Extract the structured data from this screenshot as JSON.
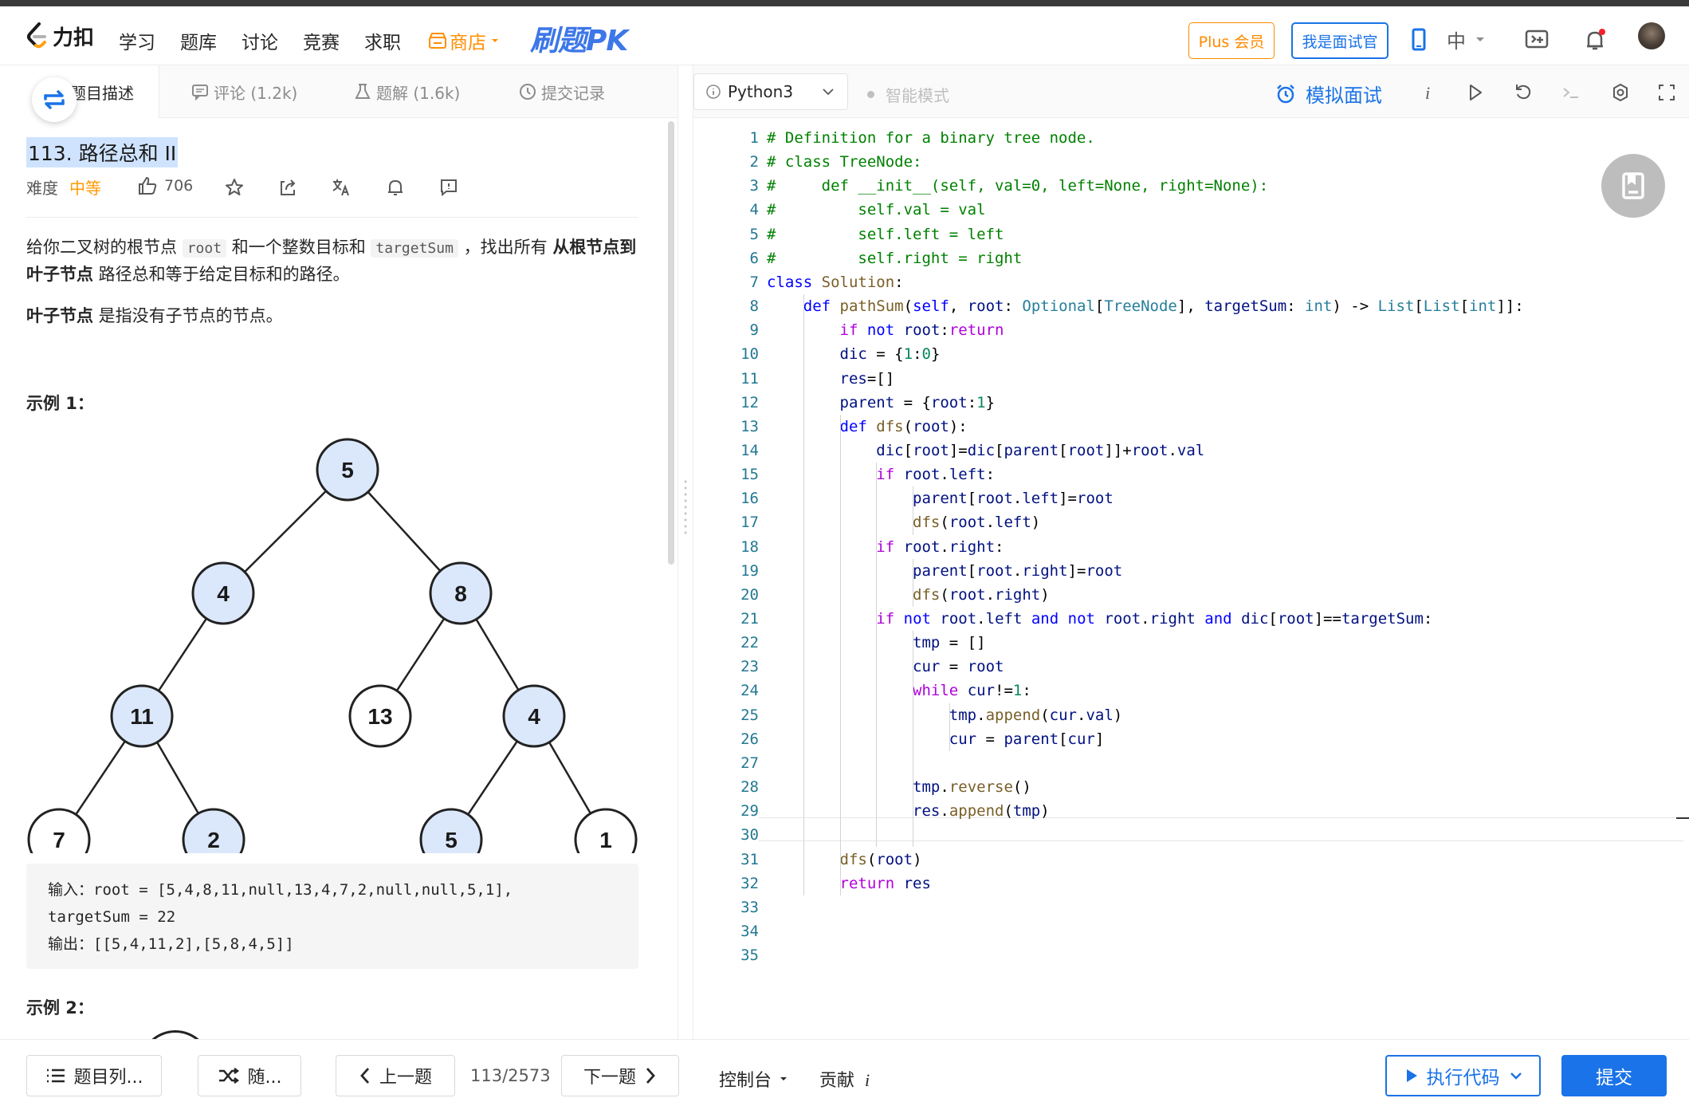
{
  "nav": {
    "logo": "力扣",
    "items": [
      "学习",
      "题库",
      "讨论",
      "竞赛",
      "求职"
    ],
    "shop": "商店",
    "pk": "刷题PK",
    "plus": "Plus 会员",
    "interviewer": "我是面试官",
    "lang": "中",
    "accent_color": "#1a73e8",
    "shop_color": "#ff8f00"
  },
  "left_tabs": {
    "description": "题目描述",
    "comments": "评论 (1.2k)",
    "solutions": "题解 (1.6k)",
    "submissions": "提交记录"
  },
  "problem": {
    "title": "113. 路径总和 II",
    "difficulty_label": "难度",
    "difficulty": "中等",
    "likes": "706",
    "desc_part1": "给你二叉树的根节点 ",
    "desc_code1": "root",
    "desc_part2": " 和一个整数目标和 ",
    "desc_code2": "targetSum",
    "desc_part3": " ，找出所有 ",
    "desc_bold1": "从根节点到叶子节点",
    "desc_part4": " 路径总和等于给定目标和的路径。",
    "leaf_bold": "叶子节点",
    "leaf_text": " 是指没有子节点的节点。",
    "example1_title": "示例 1：",
    "example1_input": "输入：root = [5,4,8,11,null,13,4,7,2,null,null,5,1],",
    "example1_input2": "targetSum = 22",
    "example1_output": "输出：[[5,4,11,2],[5,8,4,5]]",
    "example2_title": "示例 2："
  },
  "tree": {
    "nodes": [
      {
        "v": "5",
        "hl": true
      },
      {
        "v": "4",
        "hl": true
      },
      {
        "v": "8",
        "hl": true
      },
      {
        "v": "11",
        "hl": true
      },
      {
        "v": "13",
        "hl": false
      },
      {
        "v": "4",
        "hl": true
      },
      {
        "v": "7",
        "hl": false
      },
      {
        "v": "2",
        "hl": true
      },
      {
        "v": "5",
        "hl": true
      },
      {
        "v": "1",
        "hl": false
      }
    ],
    "highlight_color": "#dbe8fb"
  },
  "editor_toolbar": {
    "language": "Python3",
    "smart_mode": "智能模式",
    "mock_interview": "模拟面试"
  },
  "code_lines": [
    "# Definition for a binary tree node.",
    "# class TreeNode:",
    "#     def __init__(self, val=0, left=None, right=None):",
    "#         self.val = val",
    "#         self.left = left",
    "#         self.right = right",
    "class Solution:",
    "    def pathSum(self, root: Optional[TreeNode], targetSum: int) -> List[List[int]]:",
    "        if not root:return",
    "        dic = {1:0}",
    "        res=[]",
    "        parent = {root:1}",
    "        def dfs(root):",
    "            dic[root]=dic[parent[root]]+root.val",
    "            if root.left:",
    "                parent[root.left]=root",
    "                dfs(root.left)",
    "            if root.right:",
    "                parent[root.right]=root",
    "                dfs(root.right)",
    "            if not root.left and not root.right and dic[root]==targetSum:",
    "                tmp = []",
    "                cur = root",
    "                while cur!=1:",
    "                    tmp.append(cur.val)",
    "                    cur = parent[cur]",
    "",
    "                tmp.reverse()",
    "                res.append(tmp)",
    "",
    "        dfs(root)",
    "        return res",
    "",
    "",
    ""
  ],
  "footer": {
    "problem_list": "题目列...",
    "random": "随...",
    "prev": "上一题",
    "count": "113/2573",
    "next": "下一题",
    "console": "控制台",
    "contribute": "贡献",
    "run": "执行代码",
    "submit": "提交"
  }
}
